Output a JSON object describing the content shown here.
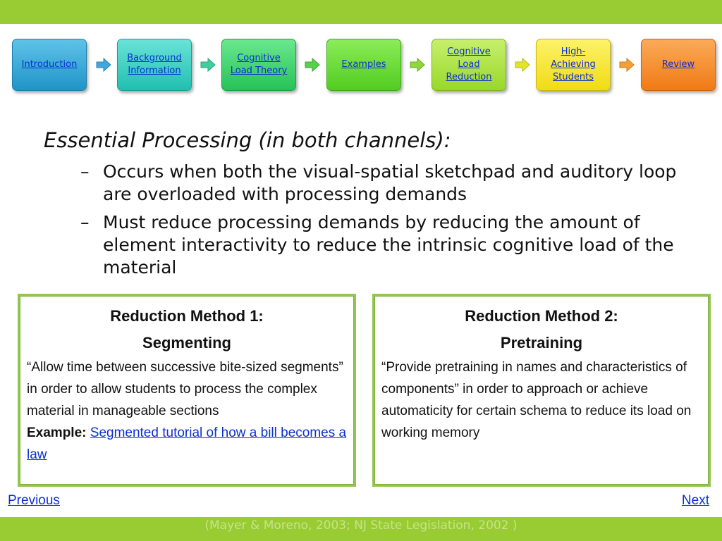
{
  "nav": [
    {
      "id": "intro",
      "lines": [
        "Introduction"
      ]
    },
    {
      "id": "background",
      "lines": [
        "Background",
        "Information"
      ]
    },
    {
      "id": "clt",
      "lines": [
        "Cognitive",
        "Load Theory"
      ]
    },
    {
      "id": "examples",
      "lines": [
        "Examples"
      ]
    },
    {
      "id": "clr",
      "lines": [
        "Cognitive",
        "Load",
        "Reduction"
      ]
    },
    {
      "id": "high",
      "lines": [
        "High-",
        "Achieving",
        "Students"
      ]
    },
    {
      "id": "review",
      "lines": [
        "Review"
      ]
    }
  ],
  "content": {
    "heading": "Essential Processing (in both channels):",
    "bullet_marker": "–",
    "bullets": [
      "Occurs when both the visual-spatial sketchpad and auditory loop are overloaded with processing demands",
      "Must reduce processing demands by reducing the amount of element interactivity to reduce the intrinsic cognitive load of the material"
    ]
  },
  "method1": {
    "title_line1": "Reduction Method 1:",
    "title_line2": "Segmenting",
    "description": "“Allow time between successive bite-sized segments” in order to allow students to process the complex material in manageable sections",
    "example_label": "Example:",
    "example_link": "Segmented tutorial of how a bill becomes a law"
  },
  "method2": {
    "title_line1": "Reduction Method 2:",
    "title_line2": "Pretraining",
    "description": "“Provide pretraining in names and characteristics of components” in order to approach or achieve automaticity for certain schema to reduce its load on working memory"
  },
  "footer": {
    "previous": "Previous",
    "next": "Next",
    "citation": "(Mayer & Moreno, 2003; NJ State Legislation, 2002 )"
  },
  "colors": {
    "bar": "#99cc33",
    "link": "#0b2fd4",
    "box_border": "#93c64f"
  }
}
